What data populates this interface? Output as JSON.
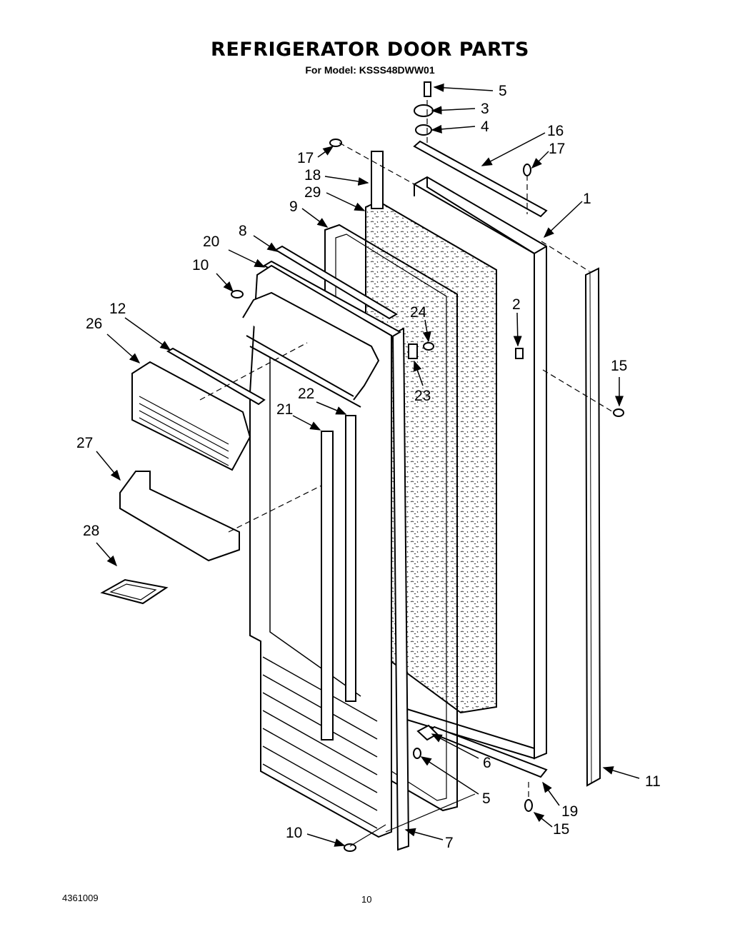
{
  "title": "REFRIGERATOR DOOR PARTS",
  "subtitle": "For Model: KSSS48DWW01",
  "document_number": "4361009",
  "page_number": "10",
  "callouts": [
    {
      "id": "c5a",
      "text": "5"
    },
    {
      "id": "c3",
      "text": "3"
    },
    {
      "id": "c4",
      "text": "4"
    },
    {
      "id": "c16",
      "text": "16"
    },
    {
      "id": "c17a",
      "text": "17"
    },
    {
      "id": "c17b",
      "text": "17"
    },
    {
      "id": "c18",
      "text": "18"
    },
    {
      "id": "c29",
      "text": "29"
    },
    {
      "id": "c1",
      "text": "1"
    },
    {
      "id": "c9",
      "text": "9"
    },
    {
      "id": "c8",
      "text": "8"
    },
    {
      "id": "c20",
      "text": "20"
    },
    {
      "id": "c10a",
      "text": "10"
    },
    {
      "id": "c12",
      "text": "12"
    },
    {
      "id": "c26",
      "text": "26"
    },
    {
      "id": "c24",
      "text": "24"
    },
    {
      "id": "c2",
      "text": "2"
    },
    {
      "id": "c23",
      "text": "23"
    },
    {
      "id": "c15a",
      "text": "15"
    },
    {
      "id": "c22",
      "text": "22"
    },
    {
      "id": "c21",
      "text": "21"
    },
    {
      "id": "c27",
      "text": "27"
    },
    {
      "id": "c28",
      "text": "28"
    },
    {
      "id": "c6",
      "text": "6"
    },
    {
      "id": "c5b",
      "text": "5"
    },
    {
      "id": "c11",
      "text": "11"
    },
    {
      "id": "c19",
      "text": "19"
    },
    {
      "id": "c15b",
      "text": "15"
    },
    {
      "id": "c10b",
      "text": "10"
    },
    {
      "id": "c7",
      "text": "7"
    }
  ]
}
